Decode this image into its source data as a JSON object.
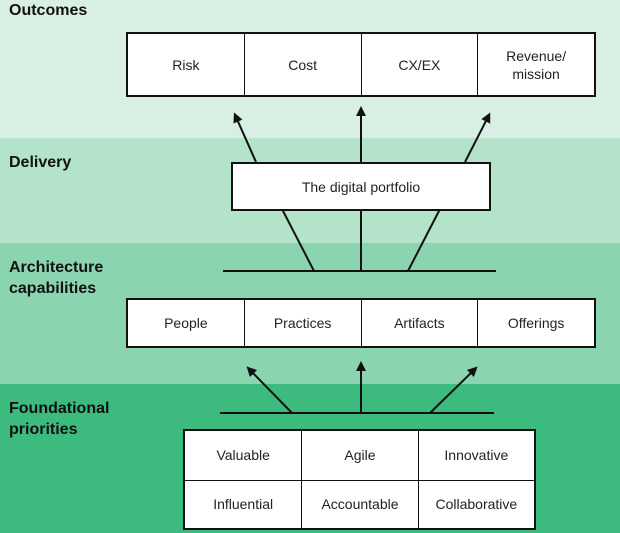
{
  "bands": {
    "outcomes": {
      "label": "Outcomes",
      "color": "#d9efe3"
    },
    "delivery": {
      "label": "Delivery",
      "color": "#b3e3c8"
    },
    "architecture": {
      "label": "Architecture\ncapabilities",
      "color": "#8ad5b0"
    },
    "foundational": {
      "label": "Foundational\npriorities",
      "color": "#3dba7e"
    }
  },
  "outcomes_boxes": [
    "Risk",
    "Cost",
    "CX/EX",
    "Revenue/\nmission"
  ],
  "delivery_box": "The digital portfolio",
  "capability_boxes": [
    "People",
    "Practices",
    "Artifacts",
    "Offerings"
  ],
  "priorities": [
    [
      "Valuable",
      "Agile",
      "Innovative"
    ],
    [
      "Influential",
      "Accountable",
      "Collaborative"
    ]
  ]
}
